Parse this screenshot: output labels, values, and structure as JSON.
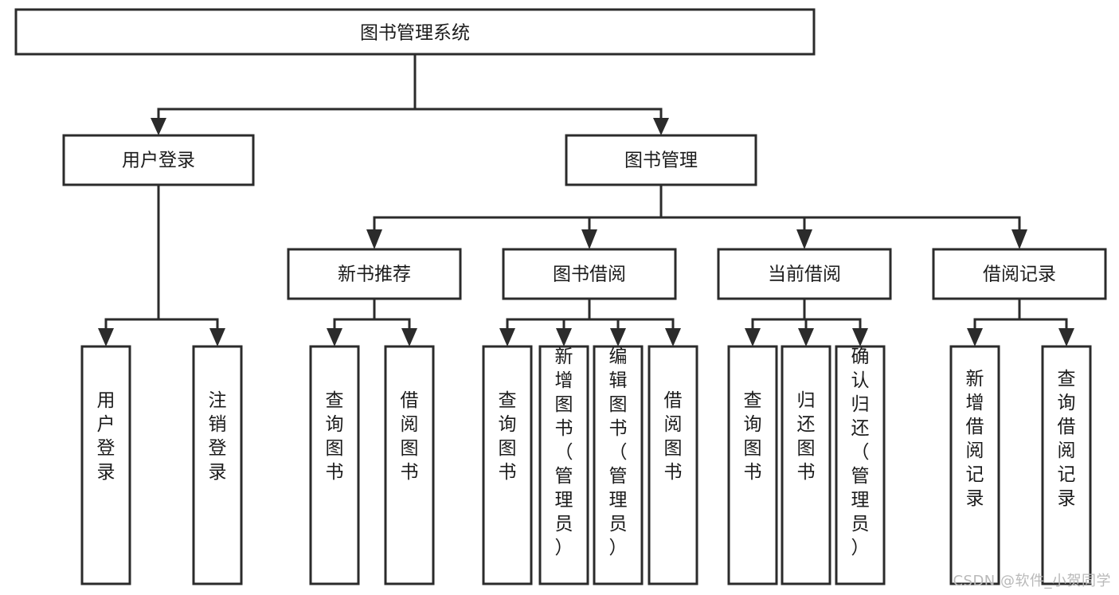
{
  "diagram": {
    "type": "tree",
    "title": "图书管理系统",
    "watermark": "CSDN @软件_小贺同学",
    "colors": {
      "box_stroke": "#2b2b2b",
      "box_fill": "#ffffff",
      "text": "#1b1b1b",
      "watermark": "#b9b9b9",
      "background": "#ffffff"
    },
    "levels": {
      "root": {
        "label": "图书管理系统"
      },
      "level2": [
        {
          "label": "用户登录"
        },
        {
          "label": "图书管理"
        }
      ],
      "level3": [
        {
          "label": "新书推荐"
        },
        {
          "label": "图书借阅"
        },
        {
          "label": "当前借阅"
        },
        {
          "label": "借阅记录"
        }
      ],
      "leaves": {
        "user_login": [
          {
            "label": "用户登录"
          },
          {
            "label": "注销登录"
          }
        ],
        "new_book_recommend": [
          {
            "label": "查询图书"
          },
          {
            "label": "借阅图书"
          }
        ],
        "book_borrow": [
          {
            "label": "查询图书"
          },
          {
            "label": "新增图书（管理员）"
          },
          {
            "label": "编辑图书（管理员）"
          },
          {
            "label": "借阅图书"
          }
        ],
        "current_borrow": [
          {
            "label": "查询图书"
          },
          {
            "label": "归还图书"
          },
          {
            "label": "确认归还（管理员）"
          }
        ],
        "borrow_record": [
          {
            "label": "新增借阅记录"
          },
          {
            "label": "查询借阅记录"
          }
        ]
      }
    }
  }
}
